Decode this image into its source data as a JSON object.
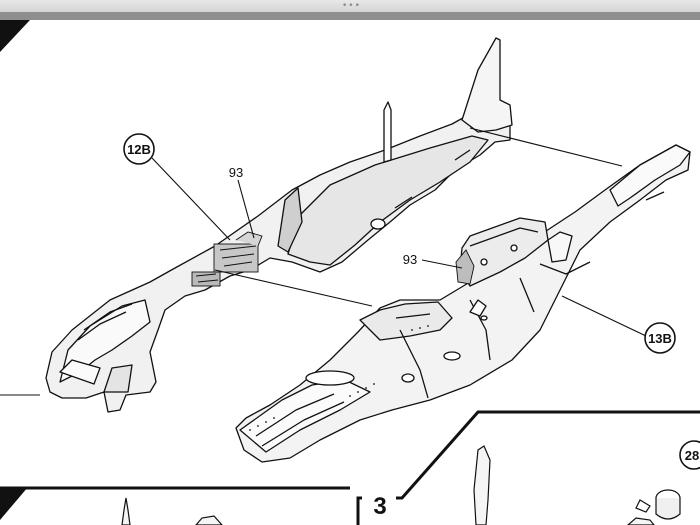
{
  "viewer": {
    "drag_handle": "•••"
  },
  "callouts": {
    "part_12b": "12B",
    "part_13b": "13B",
    "part_93_left": "93",
    "part_93_right": "93",
    "part_28": "28"
  },
  "steps": {
    "step_3": "3"
  },
  "colors": {
    "line": "#111111",
    "part_fill": "#eeeeee",
    "glue_area": "#bdbdbd",
    "background": "#ffffff"
  }
}
